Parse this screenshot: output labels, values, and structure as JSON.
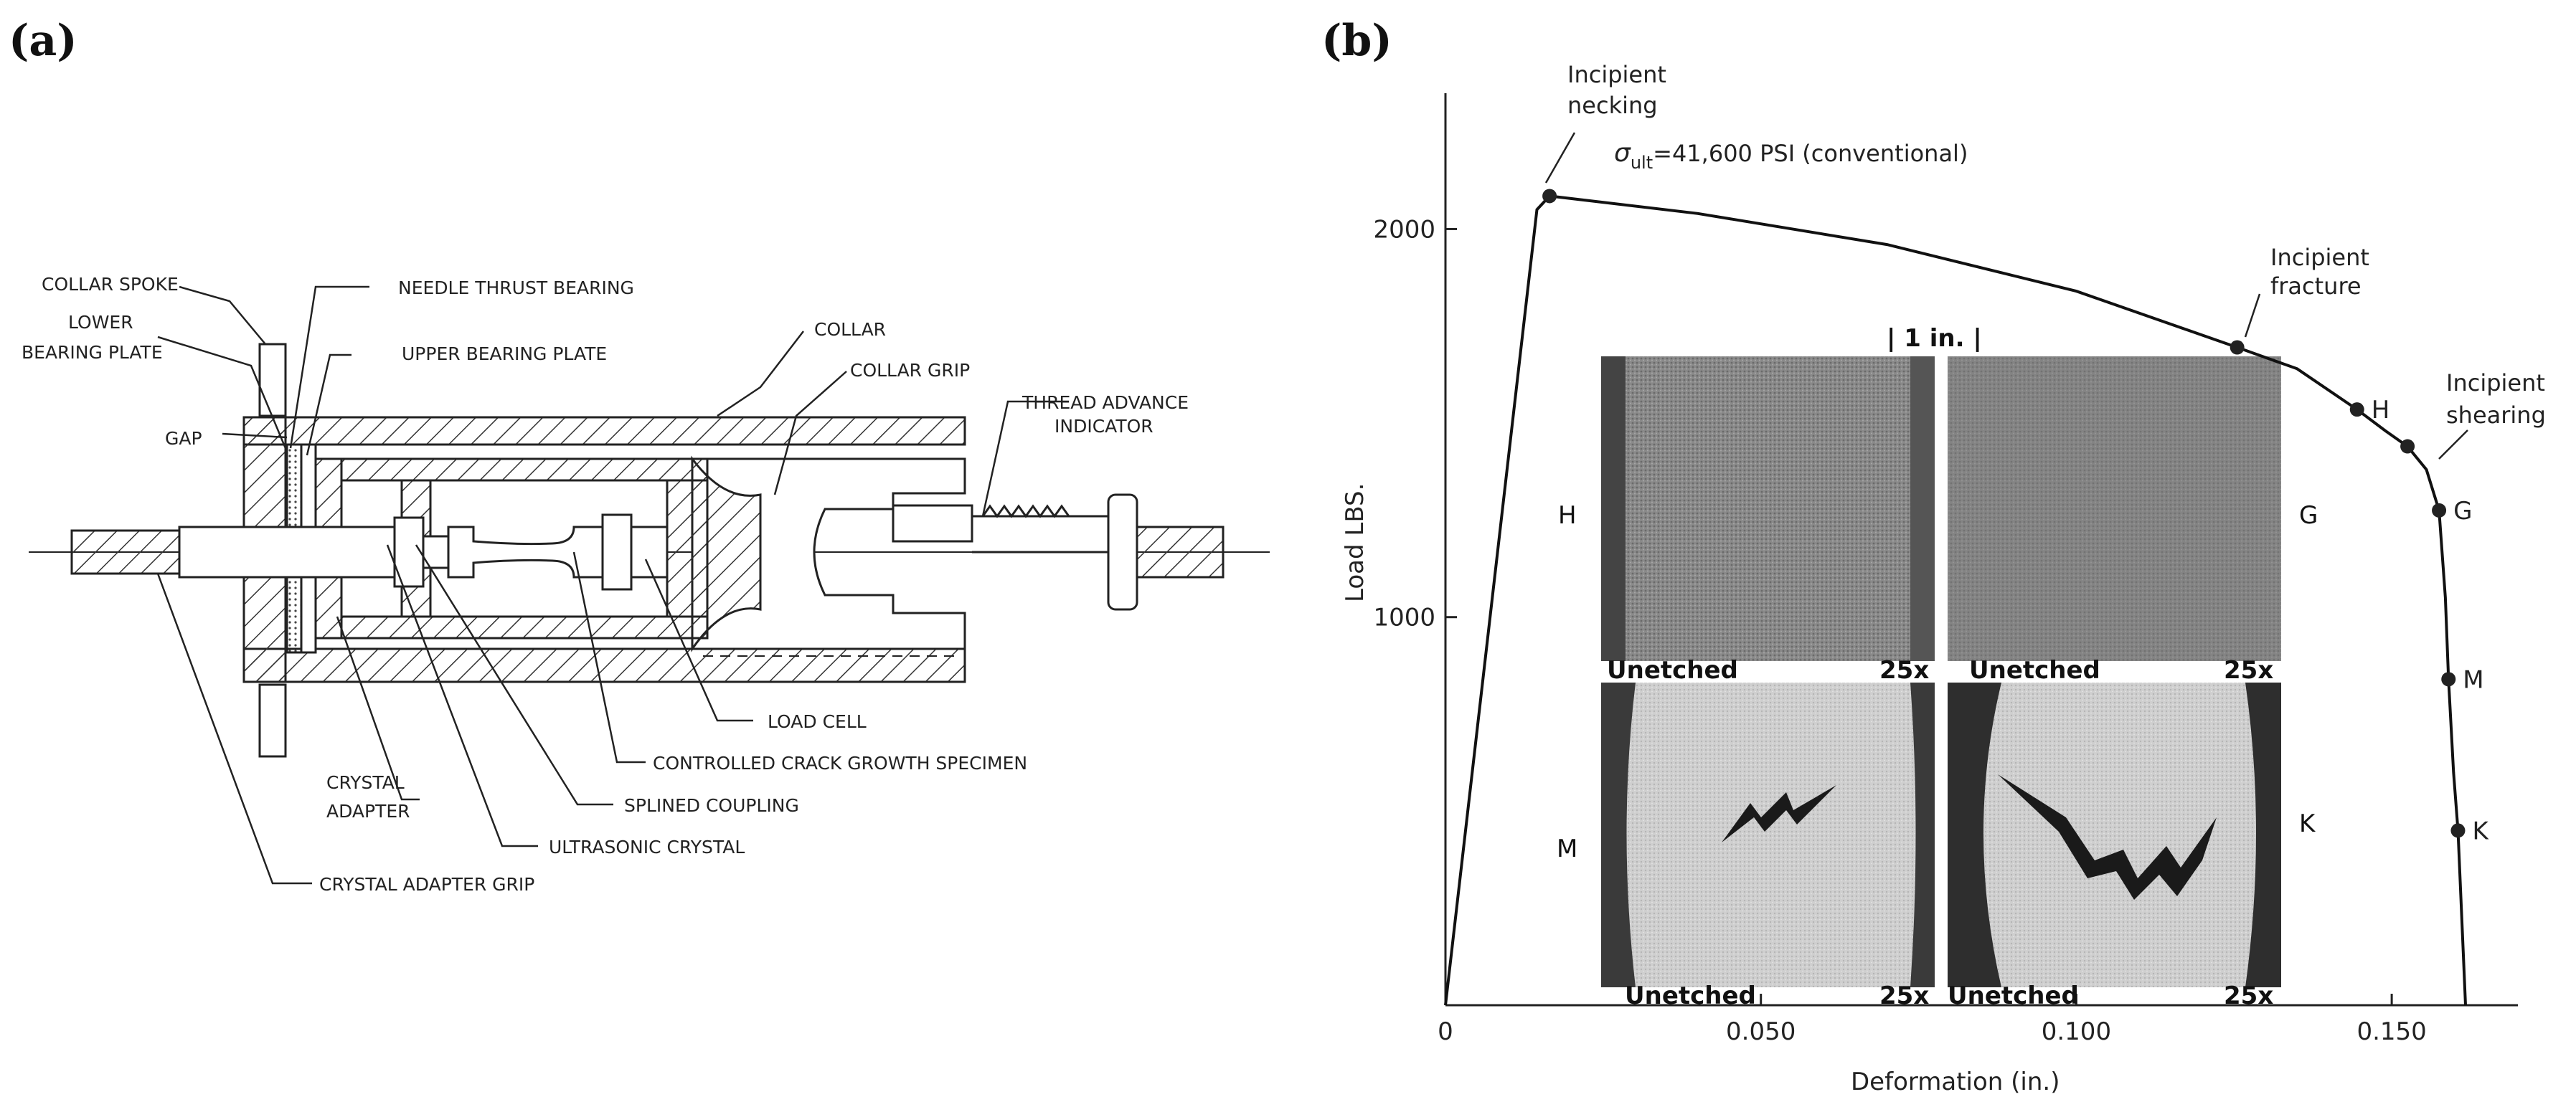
{
  "panels": {
    "a": "(a)",
    "b": "(b)"
  },
  "diagram_labels": {
    "collar_spoke": "COLLAR SPOKE",
    "needle_thrust_bearing": "NEEDLE THRUST BEARING",
    "lower_bearing_plate_1": "LOWER",
    "lower_bearing_plate_2": "BEARING PLATE",
    "upper_bearing_plate": "UPPER BEARING PLATE",
    "collar": "COLLAR",
    "collar_grip": "COLLAR GRIP",
    "thread_advance_1": "THREAD ADVANCE",
    "thread_advance_2": "INDICATOR",
    "gap": "GAP",
    "load_cell": "LOAD CELL",
    "controlled_crack": "CONTROLLED CRACK GROWTH SPECIMEN",
    "crystal_adapter_1": "CRYSTAL",
    "crystal_adapter_2": "ADAPTER",
    "splined_coupling": "SPLINED COUPLING",
    "ultrasonic_crystal": "ULTRASONIC CRYSTAL",
    "crystal_adapter_grip": "CRYSTAL ADAPTER GRIP"
  },
  "chart_data": {
    "type": "line",
    "xlabel": "Deformation (in.)",
    "ylabel": "Load LBS.",
    "xlim": [
      0,
      0.17
    ],
    "ylim": [
      0,
      2350
    ],
    "x_ticks": [
      {
        "v": 0,
        "label": "0"
      },
      {
        "v": 0.05,
        "label": "0.050"
      },
      {
        "v": 0.1,
        "label": "0.100"
      },
      {
        "v": 0.15,
        "label": "0.150"
      }
    ],
    "y_ticks": [
      {
        "v": 1000,
        "label": "1000"
      },
      {
        "v": 2000,
        "label": "2000"
      }
    ],
    "curve": [
      [
        0,
        0
      ],
      [
        0.0145,
        2050
      ],
      [
        0.0165,
        2085
      ],
      [
        0.04,
        2040
      ],
      [
        0.07,
        1960
      ],
      [
        0.1,
        1840
      ],
      [
        0.1255,
        1695
      ],
      [
        0.135,
        1640
      ],
      [
        0.1445,
        1535
      ],
      [
        0.149,
        1480
      ],
      [
        0.1525,
        1440
      ],
      [
        0.1555,
        1380
      ],
      [
        0.1575,
        1275
      ],
      [
        0.1585,
        1050
      ],
      [
        0.159,
        840
      ],
      [
        0.1598,
        600
      ],
      [
        0.1605,
        450
      ],
      [
        0.1617,
        0
      ]
    ],
    "points": [
      {
        "x": 0.0165,
        "y": 2085
      },
      {
        "x": 0.1255,
        "y": 1695
      },
      {
        "x": 0.1445,
        "y": 1535,
        "label": "H"
      },
      {
        "x": 0.1525,
        "y": 1440
      },
      {
        "x": 0.1575,
        "y": 1275,
        "label": "G"
      },
      {
        "x": 0.159,
        "y": 840,
        "label": "M"
      },
      {
        "x": 0.1605,
        "y": 450,
        "label": "K"
      }
    ],
    "annotations": {
      "necking_1": "Incipient",
      "necking_2": "necking",
      "sigma": "σ",
      "sigma_sub": "ult",
      "sigma_text": "=41,600 PSI (conventional)",
      "fracture_1": "Incipient",
      "fracture_2": "fracture",
      "shearing_1": "Incipient",
      "shearing_2": "shearing"
    },
    "micrographs": {
      "scale": "| 1 in. |",
      "letters": [
        "H",
        "G",
        "M",
        "K"
      ],
      "caption": "Unetched",
      "mag": "25x"
    }
  }
}
